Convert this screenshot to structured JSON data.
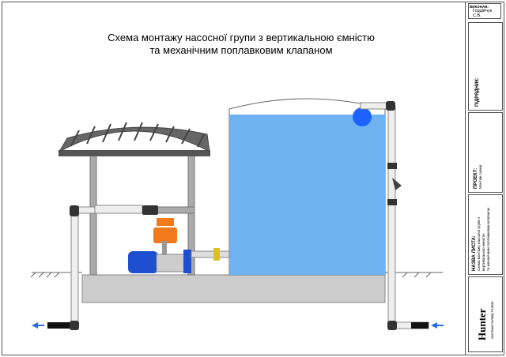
{
  "title": {
    "line1": "Схема монтажу насосної групи з вертикальною ємністю",
    "line2": "та механічним поплавковим клапаном"
  },
  "sidebar": {
    "executor_label": "ВИКОНАВ:",
    "executor_value": "Гордійчук С.В.",
    "contractor_label": "ПІДРЯДНИК:",
    "project_label": "ПРОЕКТ:",
    "project_value": "Монтаж схеми",
    "sheet_label": "НАЗВА ЛИСТА:",
    "sheet_value1": "Схема монтажу насосної групи з",
    "sheet_value2": "вертикальною ємністю",
    "sheet_value3": "та механічним поплавковим клапаном",
    "logo": "Hunter",
    "logo_caption": "системи поливу Hunter"
  },
  "colors": {
    "water": "#6fb2f2",
    "pump": "#1e4fd0",
    "controller": "#f07a1c",
    "roof": "#555555",
    "slab": "#cccccc"
  }
}
